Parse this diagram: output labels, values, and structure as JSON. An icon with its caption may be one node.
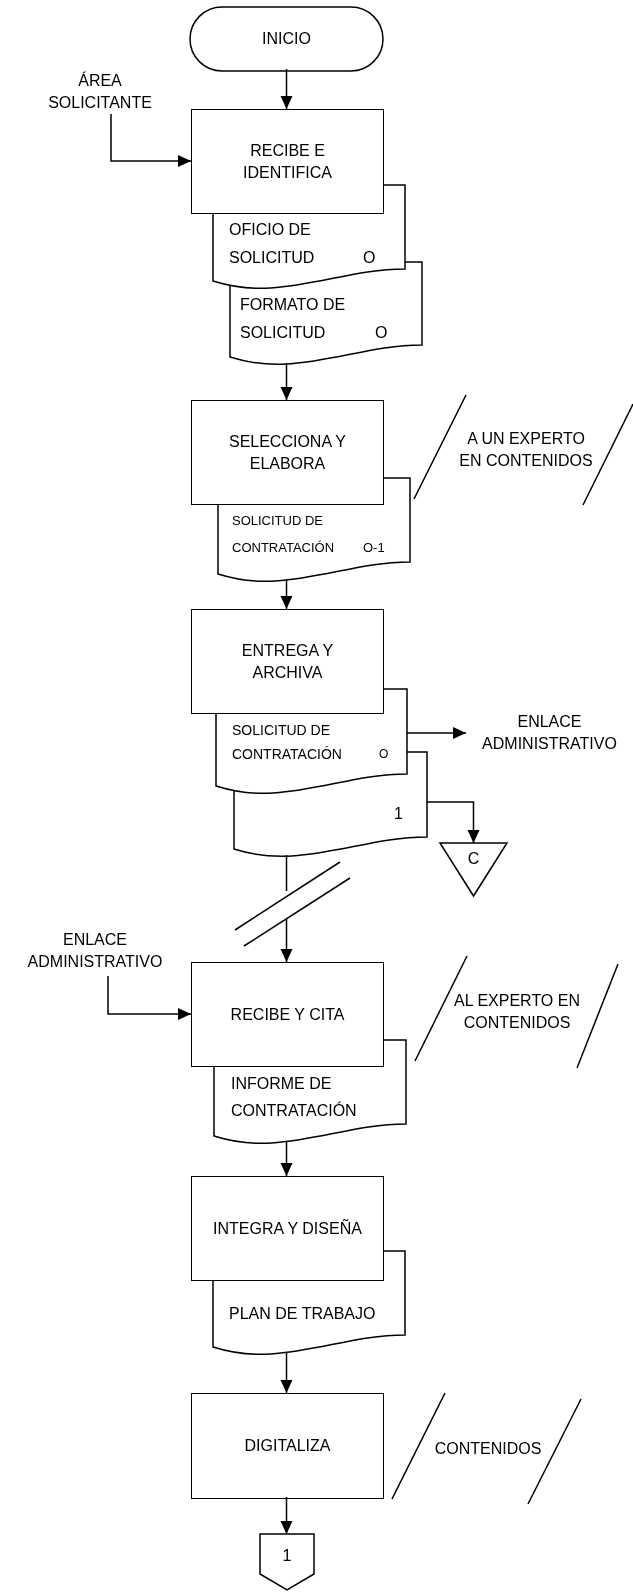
{
  "diagram": {
    "nodes": [
      {
        "text": [
          "INICIO"
        ]
      },
      {
        "text": [
          "ÁREA SOLICITANTE"
        ]
      },
      {
        "text": [
          "RECIBE E IDENTIFICA"
        ]
      },
      {
        "text": [
          "OFICIO DE SOLICITUD",
          "O"
        ]
      },
      {
        "text": [
          "FORMATO DE SOLICITUD",
          "O"
        ]
      },
      {
        "text": [
          "SELECCIONA Y ELABORA"
        ]
      },
      {
        "text": [
          "A UN EXPERTO EN CONTENIDOS"
        ]
      },
      {
        "text": [
          "SOLICITUD DE CONTRATACIÓN",
          "O-1"
        ]
      },
      {
        "text": [
          "ENTREGA Y ARCHIVA"
        ]
      },
      {
        "text": [
          "SOLICITUD DE CONTRATACIÓN",
          "O"
        ]
      },
      {
        "text": [
          "1"
        ]
      },
      {
        "text": [
          "ENLACE ADMINISTRATIVO"
        ]
      },
      {
        "text": [
          "C"
        ]
      },
      {
        "text": [
          "ENLACE ADMINISTRATIVO"
        ]
      },
      {
        "text": [
          "RECIBE Y CITA"
        ]
      },
      {
        "text": [
          "AL EXPERTO EN CONTENIDOS"
        ]
      },
      {
        "text": [
          "INFORME DE CONTRATACIÓN"
        ]
      },
      {
        "text": [
          "INTEGRA Y DISEÑA"
        ]
      },
      {
        "text": [
          "PLAN DE TRABAJO"
        ]
      },
      {
        "text": [
          "DIGITALIZA"
        ]
      },
      {
        "text": [
          "CONTENIDOS"
        ]
      },
      {
        "text": [
          "1"
        ]
      }
    ],
    "edges": [
      {
        "from": 0,
        "to": 2,
        "arrow": "to"
      },
      {
        "from": 1,
        "to": 2,
        "arrow": "to"
      },
      {
        "from": 4,
        "to": 5,
        "arrow": "to"
      },
      {
        "from": 7,
        "to": 8,
        "arrow": "to"
      },
      {
        "from": 9,
        "to": 11,
        "arrow": "to"
      },
      {
        "from": 10,
        "to": 12,
        "arrow": "to"
      },
      {
        "from": 10,
        "to": 14,
        "arrow": "to"
      },
      {
        "from": 13,
        "to": 14,
        "arrow": "to"
      },
      {
        "from": 16,
        "to": 17,
        "arrow": "to"
      },
      {
        "from": 18,
        "to": 19,
        "arrow": "to"
      },
      {
        "from": 19,
        "to": 21,
        "arrow": "to"
      }
    ]
  }
}
